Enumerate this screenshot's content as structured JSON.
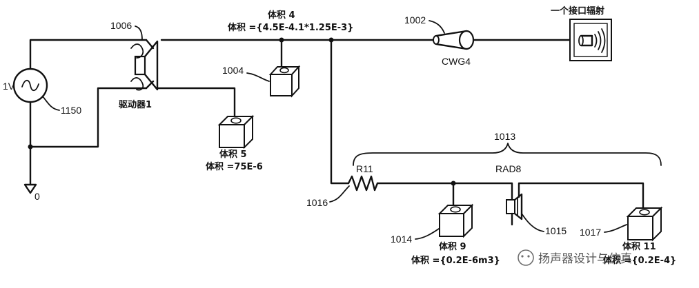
{
  "labels": {
    "source_voltage": "1V",
    "ground_value": "0",
    "ref_1150": "1150",
    "ref_1006": "1006",
    "driver_name": "驱动器1",
    "volume4_name": "体积 4",
    "volume4_value": "体积 ={4.5E-4.1*1.25E-3}",
    "ref_1004": "1004",
    "volume5_name": "体积 5",
    "volume5_value": "体积 =75E-6",
    "ref_1002": "1002",
    "waveguide_name": "CWG4",
    "radiation_name": "一个接口辐射",
    "ref_1013": "1013",
    "resistor_name": "R11",
    "radiator_name": "RAD8",
    "ref_1016": "1016",
    "ref_1014": "1014",
    "ref_1015": "1015",
    "ref_1017": "1017",
    "volume9_name": "体积 9",
    "volume9_value": "体积 ={0.2E-6m3}",
    "volume11_name": "体积 11",
    "volume11_value": "体积 ={0.2E-4}",
    "watermark": "扬声器设计与仿真"
  }
}
